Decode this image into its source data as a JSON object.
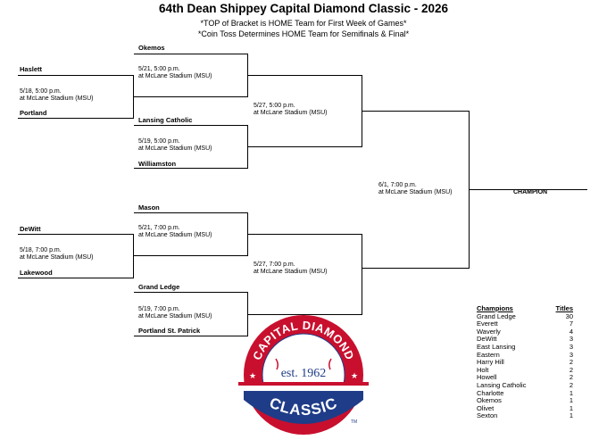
{
  "header": {
    "title": "64th Dean Shippey Capital Diamond Classic - 2026",
    "note1": "*TOP of Bracket is HOME Team for First Week of Games*",
    "note2": "*Coin Toss Determines HOME Team for Semifinals & Final*"
  },
  "teams": {
    "okemos": "Okemos",
    "haslett": "Haslett",
    "portland": "Portland",
    "lansing_catholic": "Lansing Catholic",
    "williamston": "Williamston",
    "mason": "Mason",
    "dewitt": "DeWitt",
    "lakewood": "Lakewood",
    "grand_ledge": "Grand Ledge",
    "portland_st_patrick": "Portland St. Patrick"
  },
  "games": {
    "g1": {
      "time": "5/18, 5:00 p.m.",
      "venue": "at McLane Stadium (MSU)"
    },
    "g2": {
      "time": "5/21, 5:00 p.m.",
      "venue": "at McLane Stadium (MSU)"
    },
    "g3": {
      "time": "5/19, 5:00 p.m.",
      "venue": "at McLane Stadium (MSU)"
    },
    "g4": {
      "time": "5/27, 5:00 p.m.",
      "venue": "at McLane Stadium (MSU)"
    },
    "g5": {
      "time": "5/18, 7:00 p.m.",
      "venue": "at McLane Stadium (MSU)"
    },
    "g6": {
      "time": "5/21, 7:00 p.m.",
      "venue": "at McLane Stadium (MSU)"
    },
    "g7": {
      "time": "5/19, 7:00 p.m.",
      "venue": "at McLane Stadium (MSU)"
    },
    "g8": {
      "time": "5/27, 7:00 p.m.",
      "venue": "at McLane Stadium (MSU)"
    },
    "final": {
      "time": "6/1, 7:00 p.m.",
      "venue": "at McLane Stadium (MSU)"
    }
  },
  "champion_label": "CHAMPION",
  "logo": {
    "top_text": "CAPITAL DIAMOND",
    "center_text": "est. 1962",
    "bottom_text": "CLASSIC",
    "tm": "TM",
    "colors": {
      "red": "#c8102e",
      "blue": "#1f3c88",
      "white": "#ffffff"
    }
  },
  "champions_table": {
    "header_name": "Champions",
    "header_titles": "Titles",
    "rows": [
      {
        "name": "Grand Ledge",
        "titles": "30"
      },
      {
        "name": "Everett",
        "titles": "7"
      },
      {
        "name": "Waverly",
        "titles": "4"
      },
      {
        "name": "DeWitt",
        "titles": "3"
      },
      {
        "name": "East Lansing",
        "titles": "3"
      },
      {
        "name": "Eastern",
        "titles": "3"
      },
      {
        "name": "Harry Hill",
        "titles": "2"
      },
      {
        "name": "Holt",
        "titles": "2"
      },
      {
        "name": "Howell",
        "titles": "2"
      },
      {
        "name": "Lansing Catholic",
        "titles": "2"
      },
      {
        "name": "Charlotte",
        "titles": "1"
      },
      {
        "name": "Okemos",
        "titles": "1"
      },
      {
        "name": "Olivet",
        "titles": "1"
      },
      {
        "name": "Sexton",
        "titles": "1"
      }
    ]
  }
}
